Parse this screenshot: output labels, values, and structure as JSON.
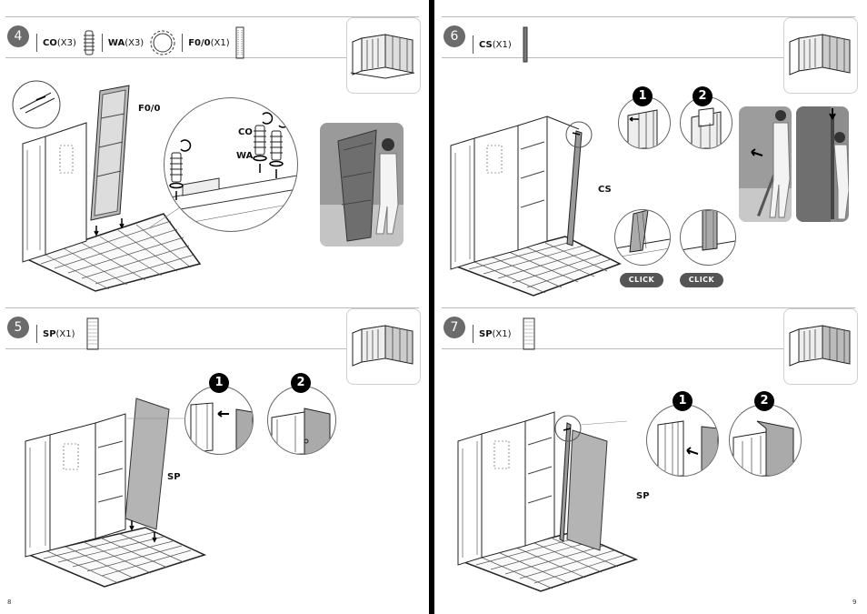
{
  "left_page": {
    "page_number": "8",
    "step4": {
      "number": "4",
      "parts": [
        {
          "code": "CO",
          "qty": "(X3)",
          "icon": "connector-icon"
        },
        {
          "code": "WA",
          "qty": "(X3)",
          "icon": "washer-ring-icon"
        },
        {
          "code": "F0/0",
          "qty": "(X1)",
          "icon": "panel-strip-icon"
        }
      ],
      "labels": {
        "panel": "F0/0",
        "co": "CO",
        "wa": "WA"
      }
    },
    "step5": {
      "number": "5",
      "parts": [
        {
          "code": "SP",
          "qty": "(X1)",
          "icon": "ribbed-panel-icon"
        }
      ],
      "labels": {
        "panel": "SP"
      },
      "callouts": [
        "1",
        "2"
      ]
    }
  },
  "right_page": {
    "page_number": "9",
    "step6": {
      "number": "6",
      "parts": [
        {
          "code": "CS",
          "qty": "(X1)",
          "icon": "corner-strip-icon"
        }
      ],
      "labels": {
        "part": "CS"
      },
      "callouts": [
        "1",
        "2"
      ],
      "click_labels": [
        "CLICK",
        "CLICK"
      ]
    },
    "step7": {
      "number": "7",
      "parts": [
        {
          "code": "SP",
          "qty": "(X1)",
          "icon": "ribbed-panel-icon"
        }
      ],
      "labels": {
        "panel": "SP"
      },
      "callouts": [
        "1",
        "2"
      ]
    }
  }
}
